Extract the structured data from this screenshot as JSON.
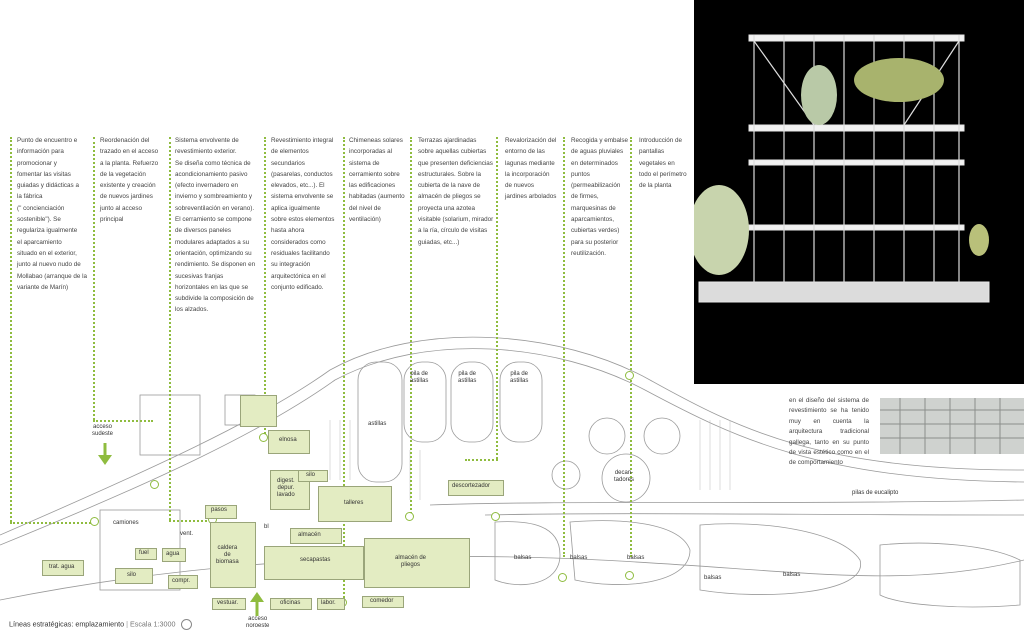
{
  "columns": [
    "Punto de encuentro e\ninformación para\npromocionar y\nfomentar las visitas\nguiadas y didácticas a\nla fábrica\n(\" concienciación\nsostenible\"). Se\nregulariza igualmente\nel aparcamiento\nsituado en el exterior,\njunto al nuevo nudo de\nMollabao (arranque de la\nvariante de Marín)",
    "Reordenación del\ntrazado en el acceso\na la planta. Refuerzo\nde la vegetación\nexistente y creación\nde nuevos jardines\njunto al acceso\nprincipal",
    "Sistema envolvente de\nrevestimiento exterior.\nSe diseña como técnica de\nacondicionamiento pasivo\n(efecto invernadero en\ninvierno y sombreamiento y\nsobreventilación en verano).\nEl cerramiento se compone\nde diversos paneles\nmodulares adaptados a su\norientación, optimizando su\nrendimiento. Se disponen en\nsucesivas franjas\nhorizontales en las que se\nsubdivide la composición de\nlos alzados.",
    "Revestimiento integral\nde elementos\nsecundarios\n(pasarelas, conductos\nelevados, etc...). El\nsistema envolvente se\naplica igualmente\nsobre estos elementos\nhasta ahora\nconsiderados como\nresiduales facilitando\nsu integración\narquitectónica en el\nconjunto edificado.",
    "Chimeneas solares\nincorporadas al\nsistema de\ncerramiento sobre\nlas edificaciones\nhabitadas (aumento\ndel nivel de\nventilación)",
    "Terrazas ajardinadas\nsobre aquellas cubiertas\nque presenten deficiencias\nestructurales. Sobre la\ncubierta de la nave de\nalmacén de pliegos se\nproyecta una azotea\nvisitable (solarium, mirador\na la ría, círculo de visitas\nguiadas, etc...)",
    "Revalorización del\nentorno de las\nlagunas mediante\nla incorporación\nde nuevos\njardines arbolados",
    "Recogida y embalse\nde aguas pluviales\nen determinados\npuntos\n(permeabilización\nde firmes,\nmarquesinas de\naparcamientos,\ncubiertas verdes)\npara su posterior\nreutilización.",
    "Introducción de\npantallas\nvegetales en\ntodo el perímetro\nde la planta"
  ],
  "caption": "en el diseño del sistema de revestimiento se ha tenido muy en cuenta la arquitectura tradicional gallega, tanto en su punto de vista estético como en el de comportamiento",
  "map_labels": {
    "acceso_sudeste": "acceso\nsudeste",
    "acceso_noroeste": "acceso\nnoroeste",
    "astillas": "astillas",
    "pila1": "pila de\nastillas",
    "pila2": "pila de\nastillas",
    "pila3": "pila de\nastillas",
    "elnosa": "elnosa",
    "silo_top": "silo",
    "digest": "digest.\ndepur.\nlavado",
    "talleres": "talleres",
    "descortezador": "descortezador",
    "decantadores": "decan-\ntadores",
    "pilas_eucalipto": "pilas de eucalipto",
    "camiones": "camiones",
    "pasos": "pasos",
    "vent": "vent.",
    "fuel": "fuel",
    "agua": "agua",
    "bl": "bl",
    "almacen": "almacén",
    "caldera": "caldera\nde\nbiomasa",
    "secapastas": "secapastas",
    "almacen_pliegos": "almacén de\npliegos",
    "trat_agua": "trat. agua",
    "silo_low": "silo",
    "compr": "compr.",
    "vestuar": "vestuar.",
    "oficinas": "oficinas",
    "labor": "labor.",
    "comedor": "comedor",
    "balsas1": "balsas",
    "balsas2": "balsas",
    "balsas3": "balsas",
    "balsas4": "balsas",
    "balsas5": "balsas"
  },
  "footer": {
    "title": "Líneas estratégicas: emplazamiento",
    "scale": "Escala 1:3000"
  },
  "colors": {
    "accent": "#8fbc3f",
    "building_fill": "#e3ecc2"
  }
}
